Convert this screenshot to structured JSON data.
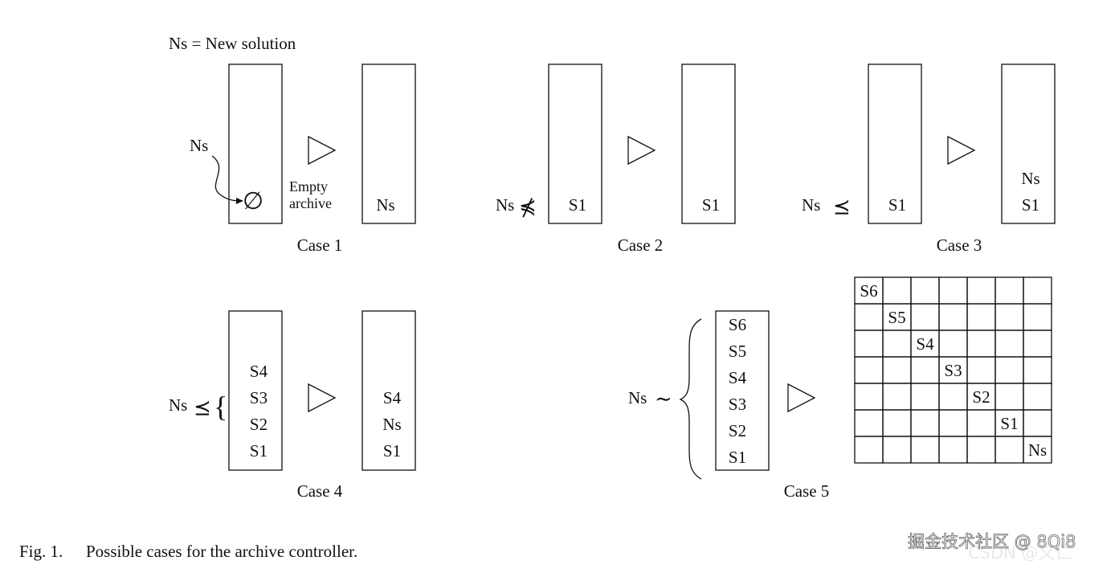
{
  "legend": {
    "text": "Ns = New solution"
  },
  "case1": {
    "title": "Case 1",
    "ns_label": "Ns",
    "empty_symbol": "∅",
    "empty_line1": "Empty",
    "empty_line2": "archive",
    "result": "Ns"
  },
  "case2": {
    "title": "Case 2",
    "ns_label": "Ns",
    "relation": "⋠",
    "archive": "S1",
    "result": "S1"
  },
  "case3": {
    "title": "Case 3",
    "ns_label": "Ns",
    "relation": "⪯",
    "archive": "S1",
    "result_top": "Ns",
    "result_bottom": "S1"
  },
  "case4": {
    "title": "Case 4",
    "ns_label": "Ns",
    "relation": "⪯",
    "brace": "{",
    "archive": [
      "S4",
      "S3",
      "S2",
      "S1"
    ],
    "result": [
      "S4",
      "Ns",
      "S1"
    ]
  },
  "case5": {
    "title": "Case 5",
    "ns_label": "Ns",
    "relation": "∼",
    "archive": [
      "S6",
      "S5",
      "S4",
      "S3",
      "S2",
      "S1"
    ],
    "grid_diagonal": [
      "S6",
      "S5",
      "S4",
      "S3",
      "S2",
      "S1",
      "Ns"
    ]
  },
  "caption": {
    "label": "Fig. 1.",
    "text": "Possible cases for the archive controller."
  },
  "watermark": {
    "main": "掘金技术社区 @ 8Qi8",
    "sub": "CSDN @义仁"
  }
}
